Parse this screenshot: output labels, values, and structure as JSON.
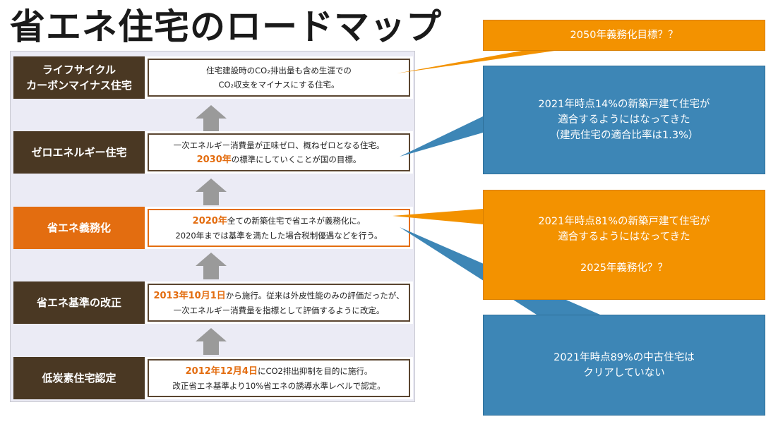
{
  "title": "省エネ住宅のロードマップ",
  "colors": {
    "dark_brown": "#4a3823",
    "orange": "#e36d10",
    "callout_orange": "#f39200",
    "callout_blue": "#3d86b6",
    "arrow_gray": "#9a9a9a"
  },
  "roadmap": [
    {
      "label": "ライフサイクル\nカーボンマイナス住宅",
      "highlight": "",
      "line1": "住宅建設時のCO₂排出量も含め生涯での",
      "line2": "CO₂収支をマイナスにする住宅。"
    },
    {
      "label": "ゼロエネルギー住宅",
      "line1": "一次エネルギー消費量が正味ゼロ、概ねゼロとなる住宅。",
      "highlight": "2030年",
      "line2": "の標準にしていくことが国の目標。"
    },
    {
      "label": "省エネ義務化",
      "highlight": "2020年",
      "line1": "全ての新築住宅で省エネが義務化に。",
      "line2": "2020年までは基準を満たした場合税制優遇などを行う。"
    },
    {
      "label": "省エネ基準の改正",
      "highlight": "2013年10月1日",
      "line1": "から施行。従来は外皮性能のみの評価だったが、",
      "line2": "一次エネルギー消費量を指標として評価するように改定。"
    },
    {
      "label": "低炭素住宅認定",
      "highlight": "2012年12月4日",
      "line1": "にCO2排出抑制を目的に施行。",
      "line2": "改正省エネ基準より10%省エネの誘導水準レベルで認定。"
    }
  ],
  "callouts": [
    {
      "text": "2050年義務化目標？？",
      "color": "orange"
    },
    {
      "text": "2021年時点14%の新築戸建て住宅が\n適合するようにはなってきた\n（建売住宅の適合比率は1.3%）",
      "color": "blue"
    },
    {
      "text": "2021年時点81%の新築戸建て住宅が\n適合するようにはなってきた\n\n2025年義務化？？",
      "color": "orange"
    },
    {
      "text": "2021年時点89%の中古住宅は\nクリアしていない",
      "color": "blue"
    }
  ]
}
